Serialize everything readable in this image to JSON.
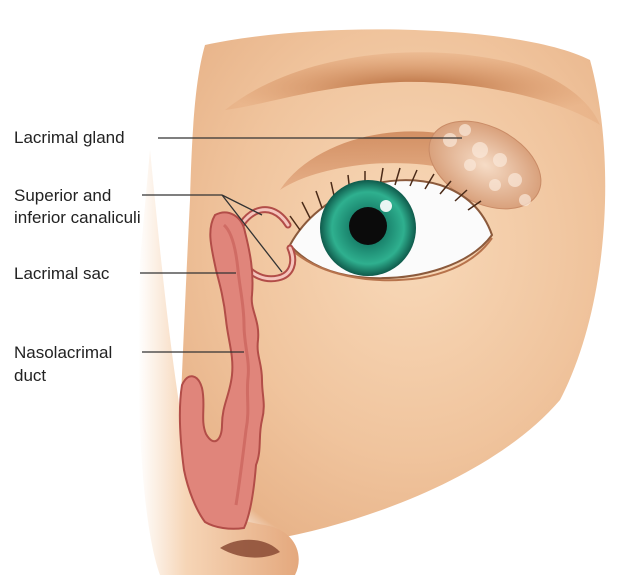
{
  "labels": {
    "lacrimal_gland": "Lacrimal gland",
    "canaliculi_line1": "Superior and",
    "canaliculi_line2": "inferior canaliculi",
    "lacrimal_sac": "Lacrimal sac",
    "nasolacrimal_line1": "Nasolacrimal",
    "nasolacrimal_line2": "duct"
  },
  "colors": {
    "skin": "#f1c9a4",
    "skin_shadow": "#d9956a",
    "iris": "#1f9a7c",
    "pupil": "#0b0b0b",
    "duct_fill": "#e0857b",
    "duct_outline": "#b24d48",
    "gland": "#e6b89a",
    "leader_line": "#333333"
  }
}
